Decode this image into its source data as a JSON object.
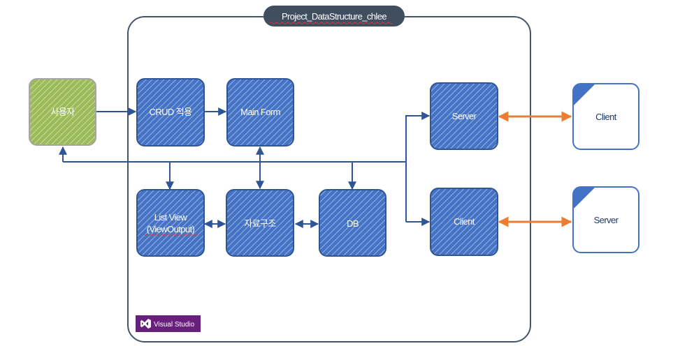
{
  "diagram": {
    "container_title": "Project_DataStructure_chlee",
    "nodes": {
      "user": "사용자",
      "crud": "CRUD 적용",
      "main_form": "Main Form",
      "list_view_line1": "List View",
      "list_view_line2": "(ViewOutput)",
      "data_structure": "자료구조",
      "db": "DB",
      "server": "Server",
      "client": "Client",
      "external_client": "Client",
      "external_server": "Server"
    },
    "badge": {
      "label": "Visual Studio",
      "icon": "visual-studio-icon"
    }
  },
  "colors": {
    "frame": "#44546a",
    "node_fill": "#4472c4",
    "node_stripe": "#8eaadb",
    "node_border": "#2f5597",
    "user_fill": "#9bbb59",
    "user_stripe": "#c4d79b",
    "user_border": "#a5a5a5",
    "arrow": "#2f5597",
    "orange": "#ed7d31",
    "external_fill": "#ffffff",
    "external_border": "#4472c4",
    "title_bg": "#404e60",
    "badge_bg": "#68217a"
  }
}
